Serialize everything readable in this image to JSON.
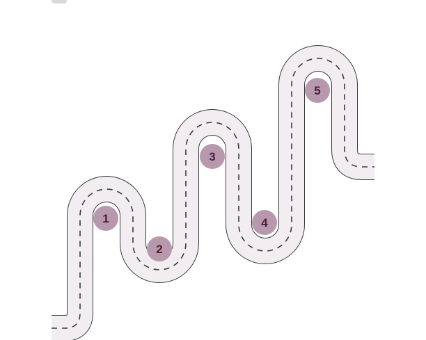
{
  "colors": {
    "road_fill": "#f1edf0",
    "road_edge": "#3a3a3a",
    "lane_dash": "#3a3a3a",
    "marker_fill": "#b798ad",
    "marker_text": "#4b1d3f"
  },
  "road": {
    "style": "winding road with dashed center line"
  },
  "milestones": [
    {
      "label": "1"
    },
    {
      "label": "2"
    },
    {
      "label": "3"
    },
    {
      "label": "4"
    },
    {
      "label": "5"
    }
  ]
}
